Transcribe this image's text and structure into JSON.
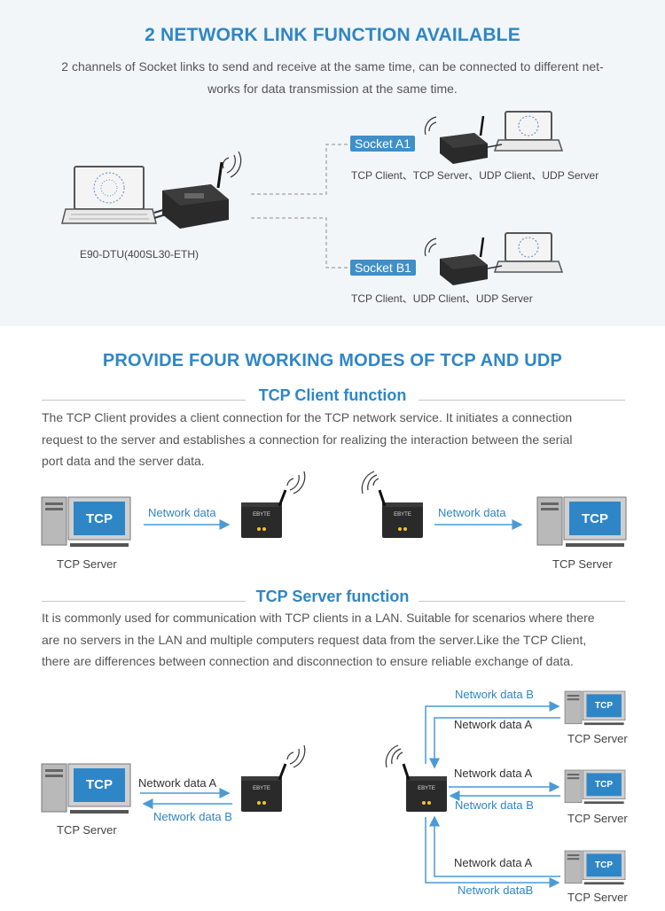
{
  "section1": {
    "title": "2 NETWORK LINK FUNCTION AVAILABLE",
    "intro_line1": "2 channels of Socket links to send and receive at the same time, can be connected to different net-",
    "intro_line2": "works for data transmission at the same time.",
    "device_label": "E90-DTU(400SL30-ETH)",
    "socket_a_label": "Socket A1",
    "socket_a_modes": "TCP Client、TCP Server、UDP Client、UDP Server",
    "socket_b_label": "Socket B1",
    "socket_b_modes": "TCP Client、UDP Client、UDP Server"
  },
  "section2": {
    "title": "PROVIDE FOUR WORKING MODES OF TCP AND UDP",
    "client": {
      "heading": "TCP Client function",
      "line1": "The TCP Client provides a client connection for the TCP network service. It initiates a connection",
      "line2": "request to the server and establishes a connection for realizing the interaction between the serial",
      "line3": "port data and the server data.",
      "left_server_label": "TCP Server",
      "left_arrow_label": "Network data",
      "right_arrow_label": "Network data",
      "right_server_label": "TCP Server",
      "screen_text": "TCP"
    },
    "server": {
      "heading": "TCP Server function",
      "line1": "It is commonly used for communication with TCP clients in a LAN. Suitable for scenarios where there",
      "line2": "are no servers in the LAN and multiple computers request data from the server.Like the TCP Client,",
      "line3": "there are differences between connection and disconnection to ensure reliable exchange of data.",
      "left_server_label": "TCP Server",
      "left_data_a": "Network data A",
      "left_data_b": "Network data B",
      "top_data_b": "Network data B",
      "top_data_a": "Network data A",
      "mid_data_a": "Network data A",
      "mid_data_b": "Network data B",
      "bot_data_a": "Network data A",
      "bot_data_b": "Network dataB",
      "server1_label": "TCP Server",
      "server2_label": "TCP Server",
      "server3_label": "TCP Server",
      "screen_text": "TCP"
    }
  },
  "device_brand": "EBYTE",
  "colors": {
    "accent": "#2f86c6",
    "arrow": "#4a9ad6",
    "badge": "#3f8fc8",
    "section1_bg": "#f2f6f9",
    "device": "#2a2a2a",
    "screen": "#2f86c6"
  }
}
